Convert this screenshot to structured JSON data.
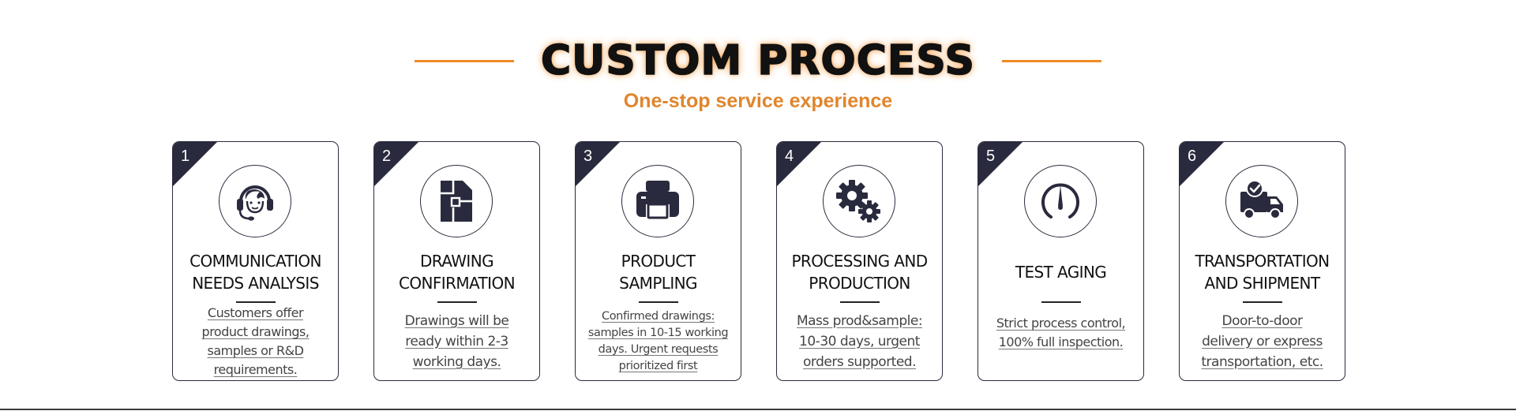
{
  "header": {
    "title": "CUSTOM PROCESS",
    "subtitle": "One-stop service experience"
  },
  "colors": {
    "accent": "#f08a24",
    "subtitle": "#e0852d",
    "dark": "#2a2a3e",
    "text": "#111111"
  },
  "steps": [
    {
      "number": "1",
      "icon": "customer-service-headset-icon",
      "title": "COMMUNICATION\nNEEDS ANALYSIS",
      "description": "Customers offer\nproduct drawings,\nsamples or R&D\nrequirements."
    },
    {
      "number": "2",
      "icon": "drawing-blueprint-icon",
      "title": "DRAWING\nCONFIRMATION",
      "description": "Drawings will be\nready within 2-3\nworking days."
    },
    {
      "number": "3",
      "icon": "printer-icon",
      "title": "PRODUCT\nSAMPLING",
      "description": "Confirmed drawings:\nsamples in 10-15 working\ndays. Urgent requests\nprioritized first"
    },
    {
      "number": "4",
      "icon": "gears-icon",
      "title": "PROCESSING AND\nPRODUCTION",
      "description": "Mass prod&sample:\n10-30 days, urgent\norders supported."
    },
    {
      "number": "5",
      "icon": "gauge-icon",
      "title": "TEST AGING",
      "description": "Strict process control,\n100% full inspection."
    },
    {
      "number": "6",
      "icon": "delivery-truck-icon",
      "title": "TRANSPORTATION\nAND SHIPMENT",
      "description": "Door-to-door\ndelivery or express\ntransportation, etc."
    }
  ]
}
